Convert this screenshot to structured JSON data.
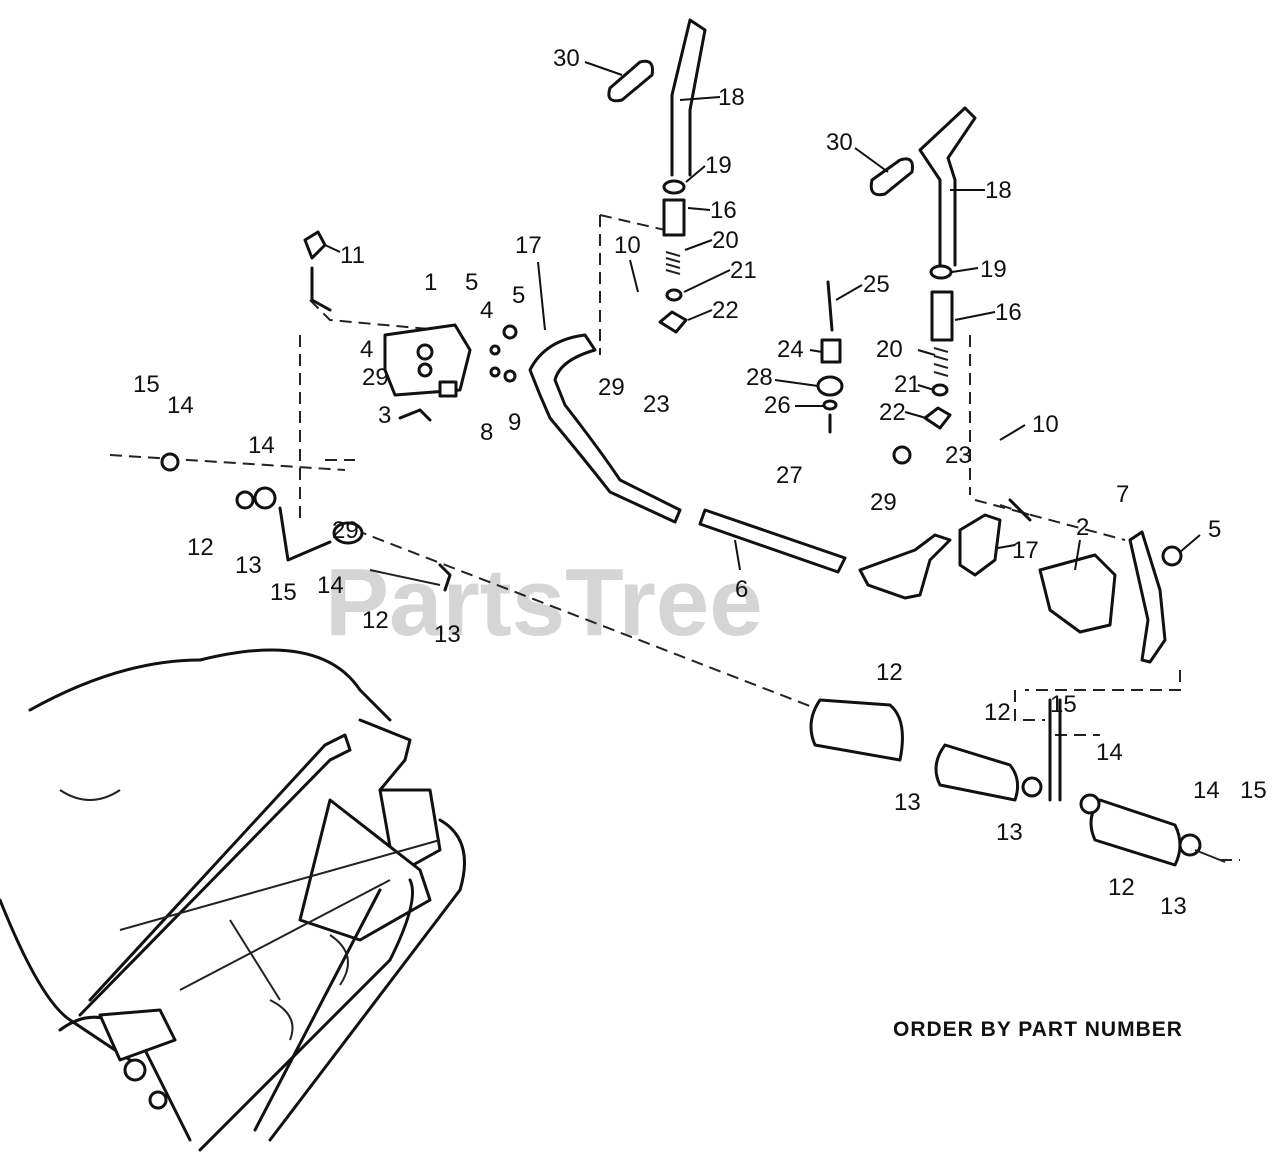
{
  "watermark": "PartsTree",
  "order_note": "ORDER BY PART NUMBER",
  "callouts": [
    "30",
    "18",
    "19",
    "16",
    "20",
    "21",
    "22",
    "30",
    "18",
    "19",
    "16",
    "11",
    "1",
    "5",
    "4",
    "5",
    "17",
    "10",
    "25",
    "24",
    "20",
    "28",
    "21",
    "26",
    "22",
    "27",
    "29",
    "4",
    "29",
    "3",
    "8",
    "9",
    "29",
    "23",
    "10",
    "23",
    "15",
    "14",
    "14",
    "29",
    "12",
    "13",
    "15",
    "14",
    "12",
    "13",
    "6",
    "17",
    "2",
    "7",
    "5",
    "12",
    "13",
    "12",
    "15",
    "14",
    "13",
    "14",
    "15",
    "12",
    "13"
  ]
}
